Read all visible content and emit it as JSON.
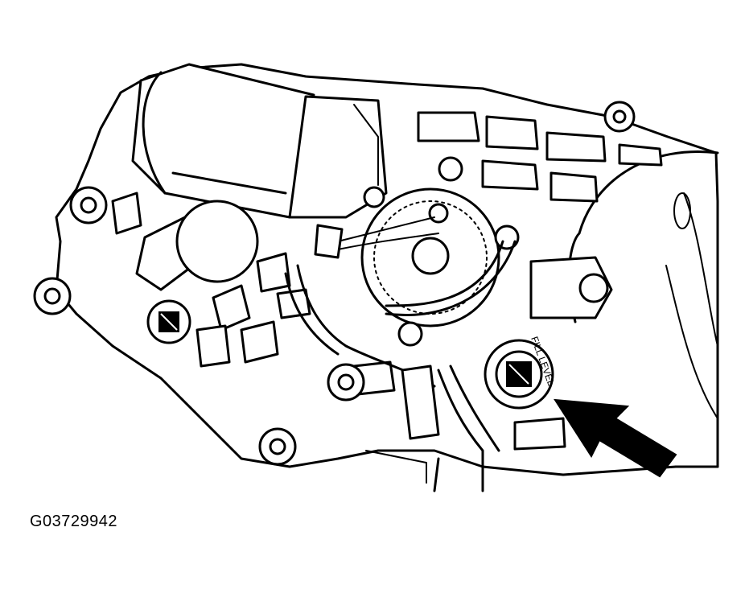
{
  "figure": {
    "id_label": "G03729942",
    "plug_marking": "FILL LEVEL",
    "icons": [
      "transfer-case-housing",
      "shift-motor",
      "fill-level-plug",
      "pointer-arrow"
    ]
  }
}
